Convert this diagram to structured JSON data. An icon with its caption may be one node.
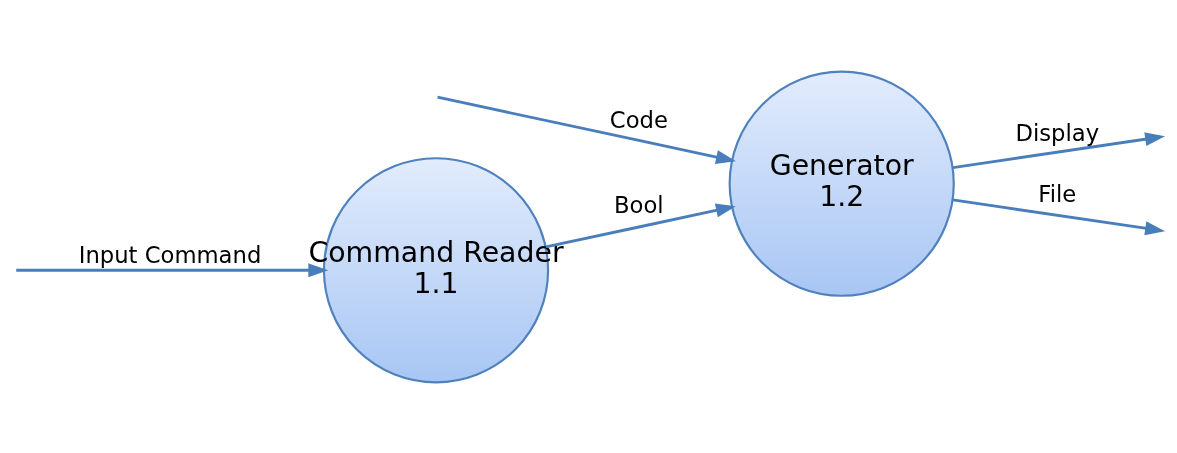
{
  "diagram": {
    "nodes": [
      {
        "text": [
          "Command Reader",
          "1.1"
        ]
      },
      {
        "text": [
          "Generator",
          "1.2"
        ]
      }
    ],
    "edges": [
      {
        "from": null,
        "to": 0,
        "arrow": "to",
        "label": "Input Command"
      },
      {
        "from": 0,
        "to": 1,
        "arrow": "to",
        "label": "Bool"
      },
      {
        "from": null,
        "to": 1,
        "arrow": "to",
        "label": "Code"
      },
      {
        "from": 1,
        "to": null,
        "arrow": "to",
        "label": "Display"
      },
      {
        "from": 1,
        "to": null,
        "arrow": "to",
        "label": "File"
      }
    ]
  }
}
